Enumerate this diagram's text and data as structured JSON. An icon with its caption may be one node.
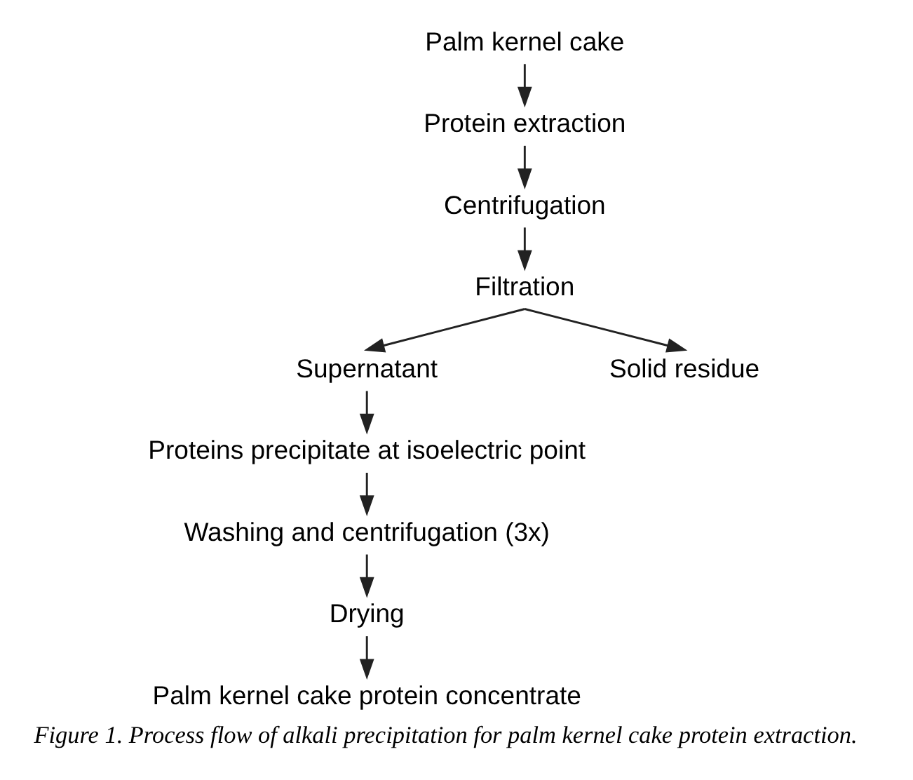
{
  "diagram": {
    "caption": "Figure 1. Process flow of alkali precipitation for palm kernel cake protein extraction.",
    "nodes": [
      {
        "text": [
          "Palm kernel cake"
        ]
      },
      {
        "text": [
          "Protein extraction"
        ]
      },
      {
        "text": [
          "Centrifugation"
        ]
      },
      {
        "text": [
          "Filtration"
        ]
      },
      {
        "text": [
          "Supernatant"
        ]
      },
      {
        "text": [
          "Solid residue"
        ]
      },
      {
        "text": [
          "Proteins precipitate at isoelectric point"
        ]
      },
      {
        "text": [
          "Washing and centrifugation (3x)"
        ]
      },
      {
        "text": [
          "Drying"
        ]
      },
      {
        "text": [
          "Palm kernel cake protein concentrate"
        ]
      }
    ],
    "edges": [
      {
        "from": 0,
        "to": 1,
        "arrow": "to"
      },
      {
        "from": 1,
        "to": 2,
        "arrow": "to"
      },
      {
        "from": 2,
        "to": 3,
        "arrow": "to"
      },
      {
        "from": 3,
        "to": 4,
        "arrow": "to"
      },
      {
        "from": 3,
        "to": 5,
        "arrow": "to"
      },
      {
        "from": 4,
        "to": 6,
        "arrow": "to"
      },
      {
        "from": 6,
        "to": 7,
        "arrow": "to"
      },
      {
        "from": 7,
        "to": 8,
        "arrow": "to"
      },
      {
        "from": 8,
        "to": 9,
        "arrow": "to"
      }
    ]
  }
}
